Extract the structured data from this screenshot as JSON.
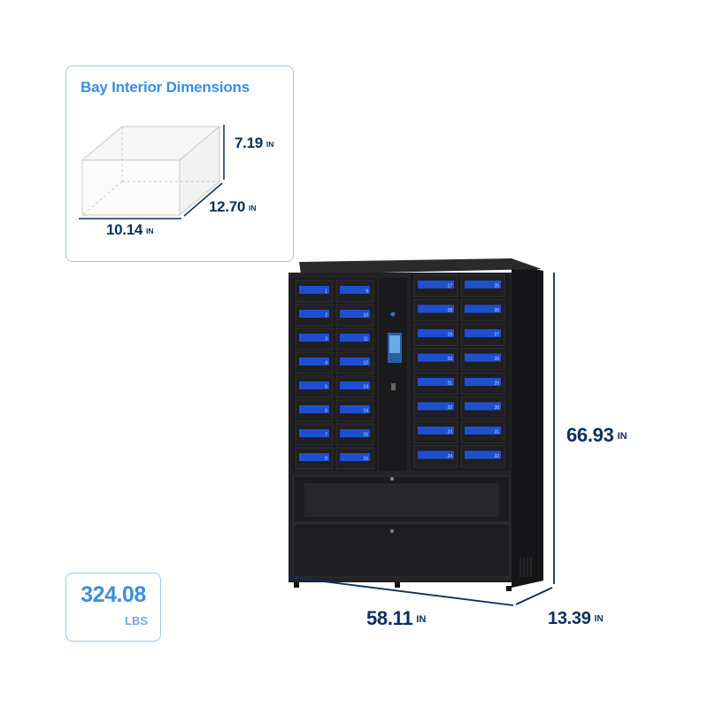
{
  "bay_interior": {
    "title": "Bay Interior Dimensions",
    "height": "7.19",
    "depth": "12.70",
    "width": "10.14",
    "unit": "IN"
  },
  "cabinet": {
    "height": "66.93",
    "width": "58.11",
    "depth": "13.39",
    "unit": "IN",
    "left_bay_numbers": [
      "1",
      "2",
      "3",
      "4",
      "5",
      "6",
      "7",
      "8",
      "9",
      "10",
      "11",
      "12",
      "13",
      "14",
      "15",
      "16"
    ],
    "right_bay_numbers": [
      "17",
      "18",
      "19",
      "20",
      "21",
      "22",
      "23",
      "24",
      "25",
      "26",
      "27",
      "28",
      "29",
      "30",
      "31",
      "32"
    ]
  },
  "weight": {
    "value": "324.08",
    "unit": "LBS"
  },
  "colors": {
    "accent": "#3d8fdc",
    "navy": "#0d2f5c",
    "border": "#9cc9ee",
    "cabinet": "#1f1f21",
    "door_panel": "#1f4fd1"
  }
}
